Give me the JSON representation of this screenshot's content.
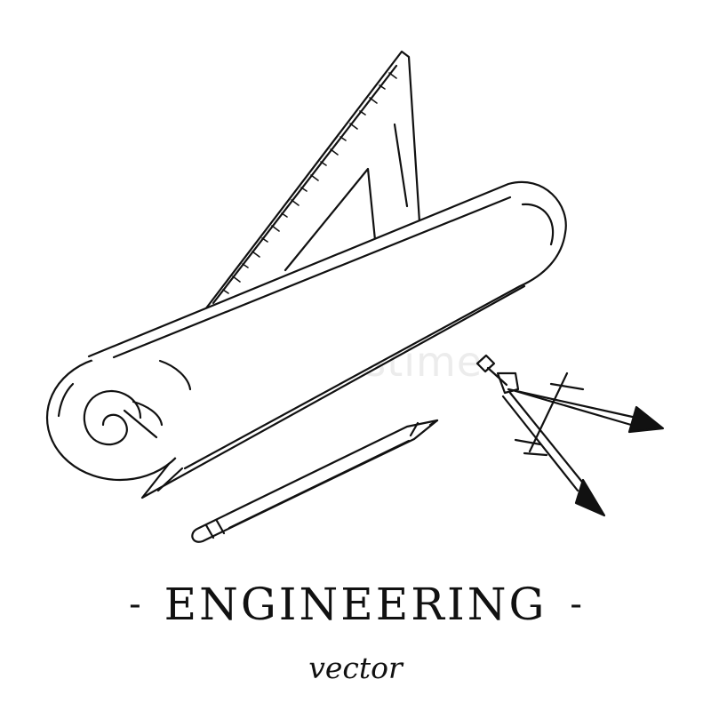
{
  "watermark": "dreamstime",
  "heading": {
    "dash_left": "-",
    "title": "ENGINEERING",
    "dash_right": "-"
  },
  "subtitle": "vector",
  "colors": {
    "ink": "#111111",
    "background": "#ffffff",
    "watermark": "#ececec"
  },
  "icons": [
    "set-square-icon",
    "rolled-blueprint-icon",
    "pencil-icon",
    "compass-icon"
  ]
}
